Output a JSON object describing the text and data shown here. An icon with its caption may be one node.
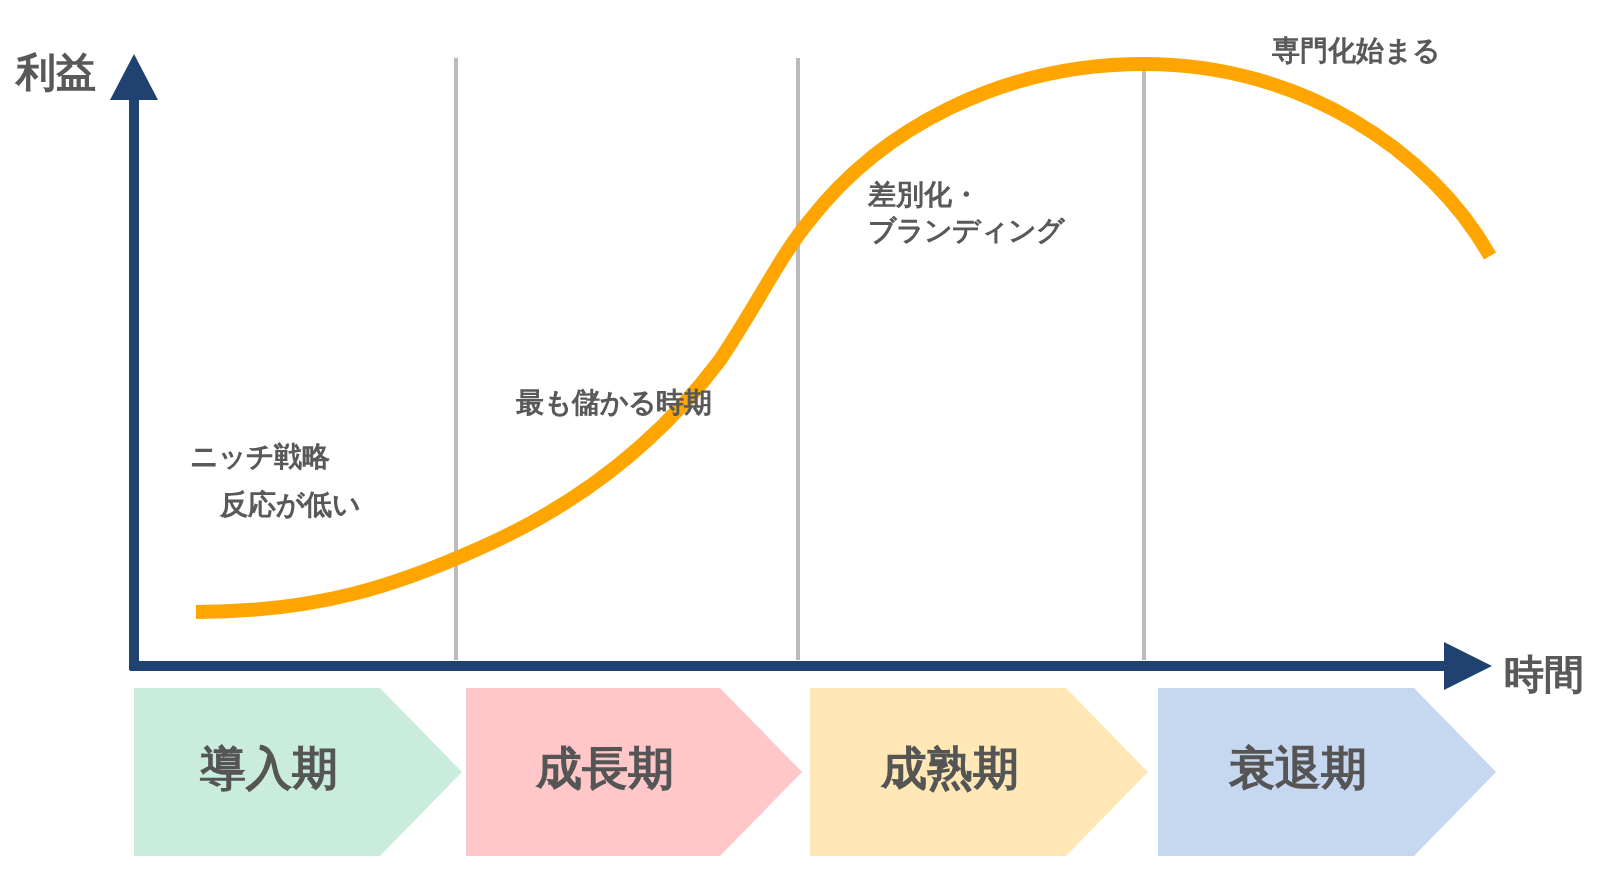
{
  "diagram": {
    "nodes": [
      {
        "text": [
          "導入期"
        ]
      },
      {
        "text": [
          "成長期"
        ]
      },
      {
        "text": [
          "成熟期"
        ]
      },
      {
        "text": [
          "衰退期"
        ]
      }
    ],
    "labels": [
      "利益",
      "専門化始まる",
      "差別化・ブランディング",
      "最も儲かる時期",
      "ニッチ戦略",
      "反応が低い",
      "時間"
    ]
  }
}
